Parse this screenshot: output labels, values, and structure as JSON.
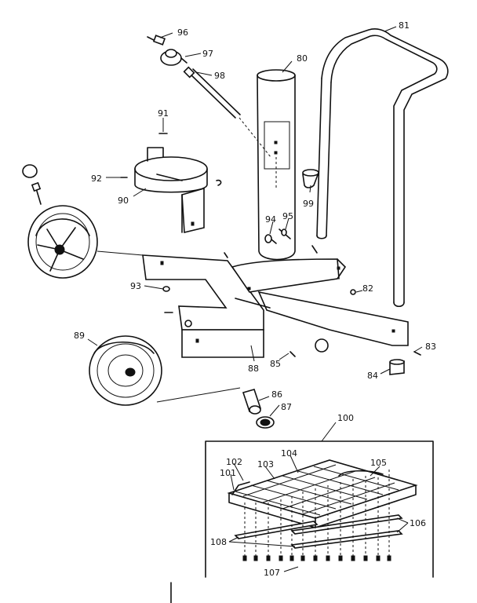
{
  "callouts": {
    "c80": "80",
    "c81": "81",
    "c82": "82",
    "c83": "83",
    "c84": "84",
    "c85": "85",
    "c86": "86",
    "c87": "87",
    "c88": "88",
    "c89": "89",
    "c90": "90",
    "c91": "91",
    "c92": "92",
    "c93": "93",
    "c94": "94",
    "c95": "95",
    "c96": "96",
    "c97": "97",
    "c98": "98",
    "c99": "99",
    "c100": "100",
    "c101": "101",
    "c102": "102",
    "c103": "103",
    "c104": "104",
    "c105": "105",
    "c106": "106",
    "c107": "107",
    "c108": "108"
  }
}
